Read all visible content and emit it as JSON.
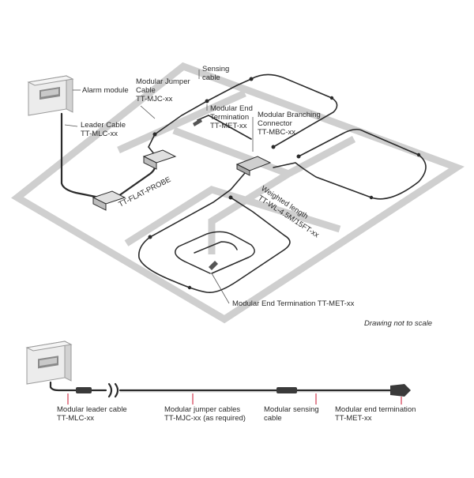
{
  "labels": {
    "alarm_module": "Alarm module",
    "leader_cable": [
      "Leader Cable",
      "TT-MLC-xx"
    ],
    "jumper_cable": [
      "Modular Jumper",
      "Cable",
      "TT-MJC-xx"
    ],
    "sensing_cable": [
      "Sensing",
      "cable"
    ],
    "end_termination_top": [
      "Modular End",
      "Termination",
      "TT-MET-xx"
    ],
    "branching_connector": [
      "Modular Branching",
      "Connector",
      "TT-MBC-xx"
    ],
    "flat_probe": "TT-FLAT-PROBE",
    "weighted_length": [
      "Weighted length",
      "TT-WL-4.5M/15FT-xx"
    ],
    "end_termination_bottom": "Modular End Termination TT-MET-xx",
    "not_to_scale": "Drawing not to scale"
  },
  "bottom_labels": {
    "leader": [
      "Modular leader cable",
      "TT-MLC-xx"
    ],
    "jumper": [
      "Modular jumper cables",
      "TT-MJC-xx (as required)"
    ],
    "sensing": [
      "Modular sensing",
      "cable"
    ],
    "end": [
      "Modular end termination",
      "TT-MET-xx"
    ]
  },
  "colors": {
    "floor_stroke": "#cfcfcf",
    "cable": "#2a2a2a",
    "pointer": "#c8102e",
    "text": "#2b2b2b",
    "module_face": "#e6e6e6"
  }
}
